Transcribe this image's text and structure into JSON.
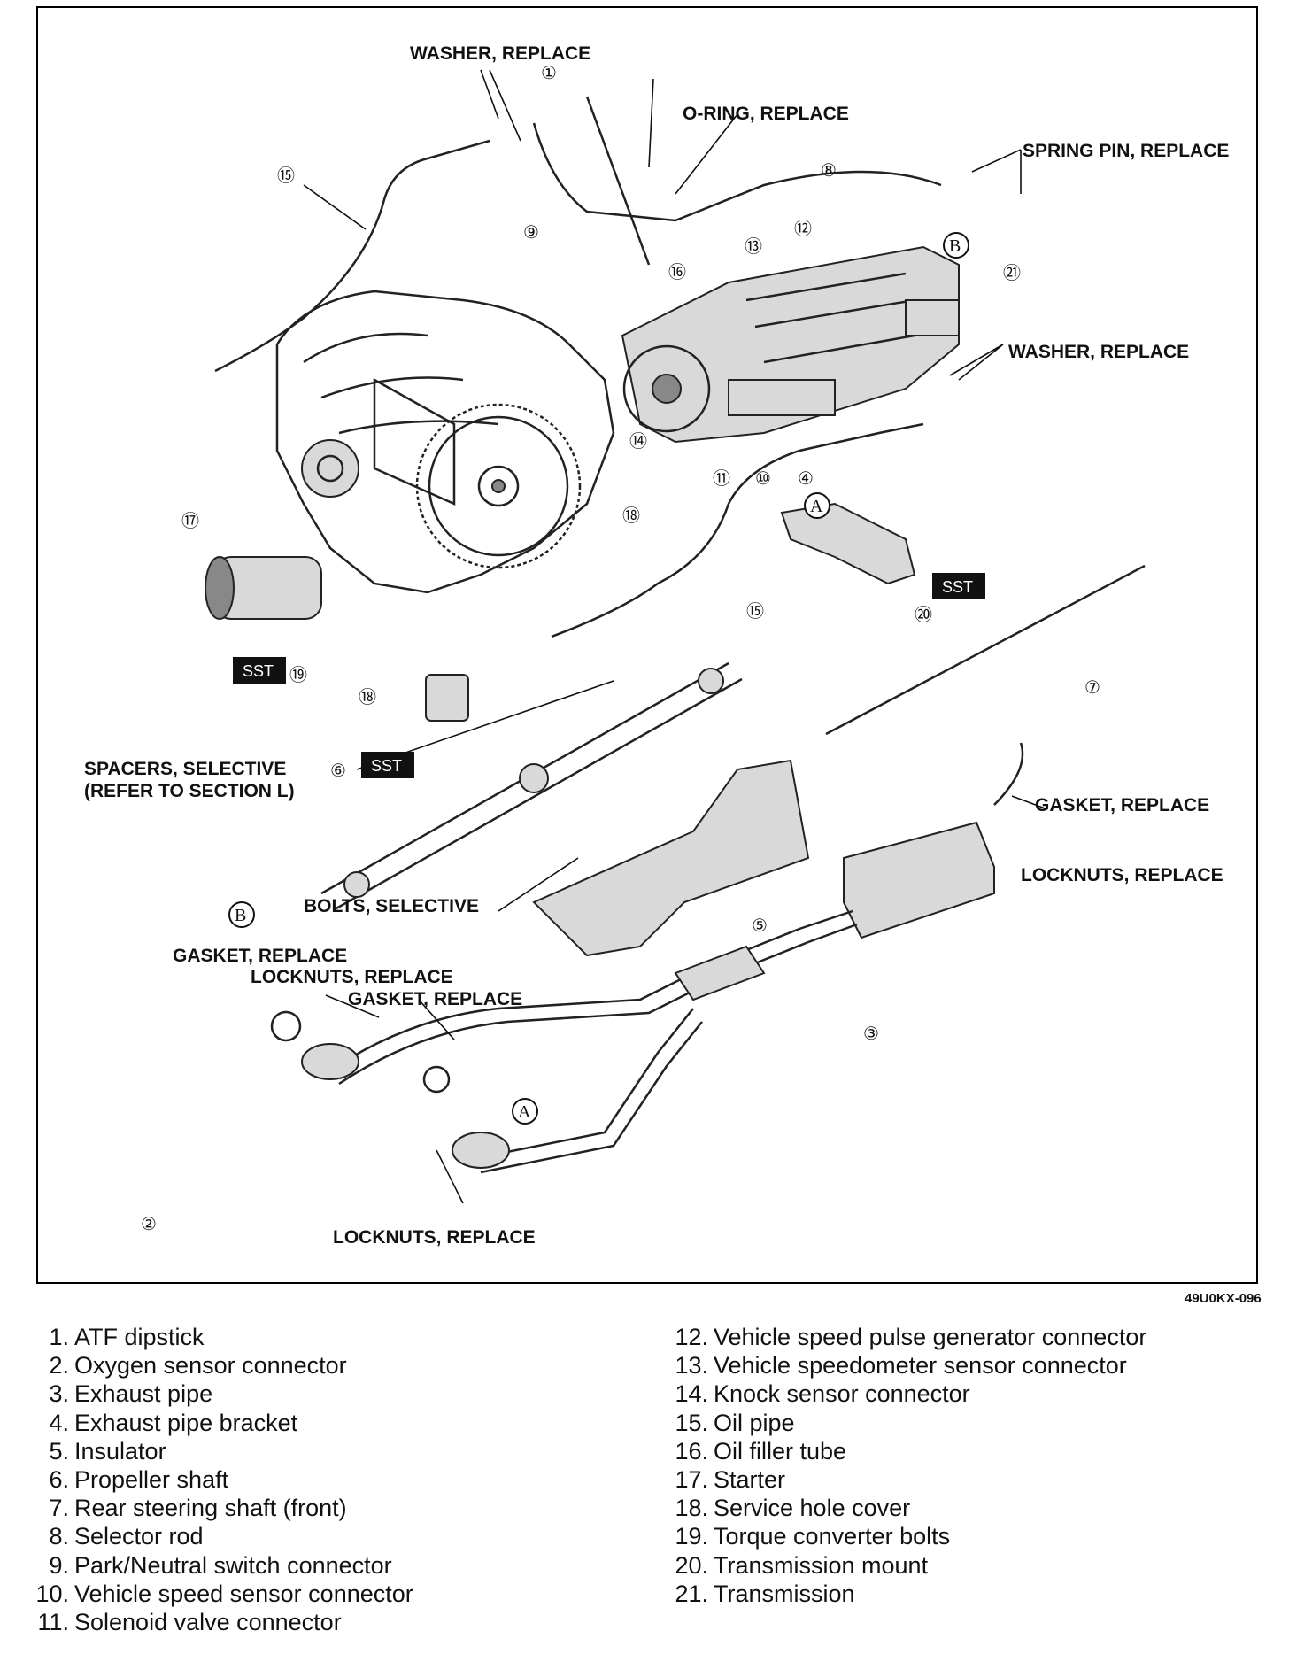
{
  "labels": {
    "washer_replace_top": "WASHER, REPLACE",
    "o_ring_replace": "O-RING, REPLACE",
    "spring_pin_replace": "SPRING PIN, REPLACE",
    "washer_replace_right": "WASHER, REPLACE",
    "spacers_selective": "SPACERS, SELECTIVE",
    "refer_section_l": "(REFER TO SECTION L)",
    "gasket_replace_right": "GASKET, REPLACE",
    "locknuts_replace_right": "LOCKNUTS, REPLACE",
    "bolts_selective": "BOLTS, SELECTIVE",
    "gasket_replace_left": "GASKET, REPLACE",
    "locknuts_replace_left": "LOCKNUTS, REPLACE",
    "gasket_replace_mid": "GASKET, REPLACE",
    "locknuts_replace_bottom": "LOCKNUTS, REPLACE"
  },
  "sst": "SST",
  "ref_letters": {
    "a": "A",
    "b": "B"
  },
  "callouts": [
    "①",
    "②",
    "③",
    "④",
    "⑤",
    "⑥",
    "⑦",
    "⑧",
    "⑨",
    "⑩",
    "⑪",
    "⑫",
    "⑬",
    "⑭",
    "⑮",
    "⑯",
    "⑰",
    "⑱",
    "⑲",
    "⑳",
    "㉑"
  ],
  "figure_code": "49U0KX-096",
  "legend_left": [
    {
      "num": "1.",
      "text": "ATF dipstick"
    },
    {
      "num": "2.",
      "text": "Oxygen sensor connector"
    },
    {
      "num": "3.",
      "text": "Exhaust pipe"
    },
    {
      "num": "4.",
      "text": "Exhaust pipe bracket"
    },
    {
      "num": "5.",
      "text": "Insulator"
    },
    {
      "num": "6.",
      "text": "Propeller shaft"
    },
    {
      "num": "7.",
      "text": "Rear steering shaft (front)"
    },
    {
      "num": "8.",
      "text": "Selector rod"
    },
    {
      "num": "9.",
      "text": "Park/Neutral switch connector"
    },
    {
      "num": "10.",
      "text": "Vehicle speed sensor connector"
    },
    {
      "num": "11.",
      "text": "Solenoid valve connector"
    }
  ],
  "legend_right": [
    {
      "num": "12.",
      "text": "Vehicle speed pulse generator connector"
    },
    {
      "num": "13.",
      "text": "Vehicle speedometer sensor connector"
    },
    {
      "num": "14.",
      "text": "Knock sensor connector"
    },
    {
      "num": "15.",
      "text": "Oil pipe"
    },
    {
      "num": "16.",
      "text": "Oil filler tube"
    },
    {
      "num": "17.",
      "text": "Starter"
    },
    {
      "num": "18.",
      "text": "Service hole cover"
    },
    {
      "num": "19.",
      "text": "Torque converter bolts"
    },
    {
      "num": "20.",
      "text": "Transmission mount"
    },
    {
      "num": "21.",
      "text": "Transmission"
    }
  ]
}
